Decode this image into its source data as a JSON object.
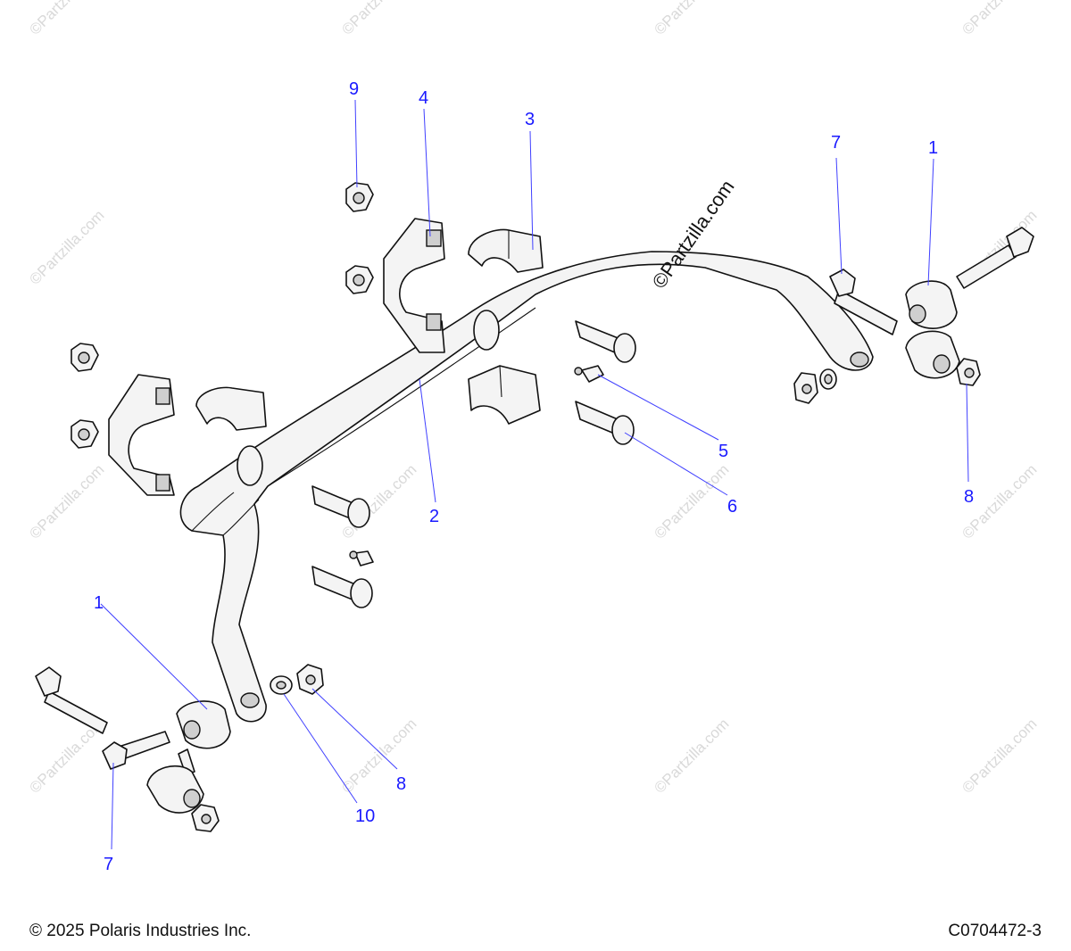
{
  "watermark": {
    "text": "©Partzilla.com"
  },
  "callouts": {
    "c1_right": "1",
    "c1_left": "1",
    "c2": "2",
    "c3": "3",
    "c4": "4",
    "c5": "5",
    "c6": "6",
    "c7_right": "7",
    "c7_left": "7",
    "c8_right": "8",
    "c8_left": "8",
    "c9": "9",
    "c10": "10"
  },
  "footer": {
    "copyright": "© 2025 Polaris Industries Inc.",
    "code": "C0704472-3"
  }
}
